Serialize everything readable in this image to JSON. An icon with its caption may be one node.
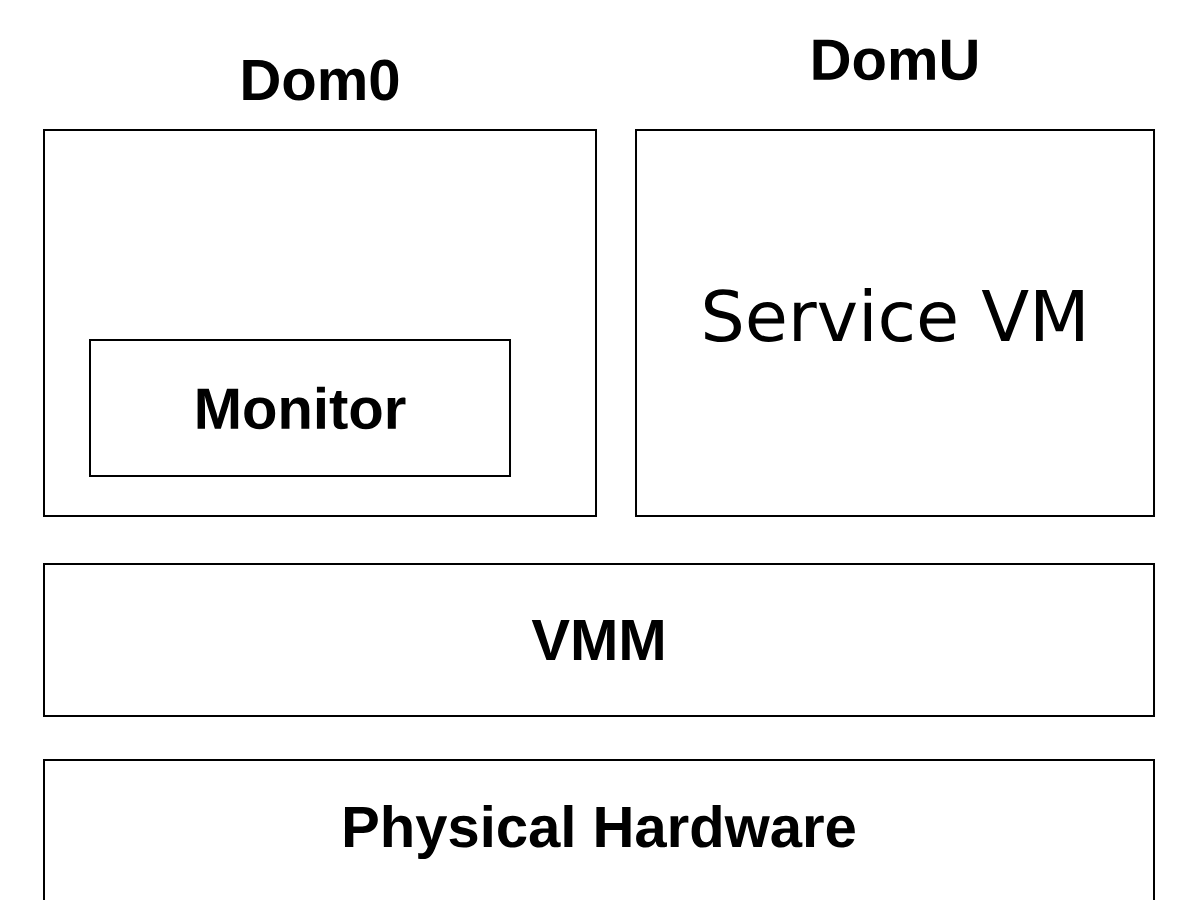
{
  "diagram": {
    "nodes": [
      {
        "text": [
          "Dom0"
        ]
      },
      {
        "text": [
          "DomU",
          "Service VM"
        ]
      },
      {
        "text": [
          "Monitor"
        ],
        "in": 0
      },
      {
        "text": [
          "VMM"
        ]
      },
      {
        "text": [
          "Physical Hardware"
        ]
      }
    ]
  }
}
